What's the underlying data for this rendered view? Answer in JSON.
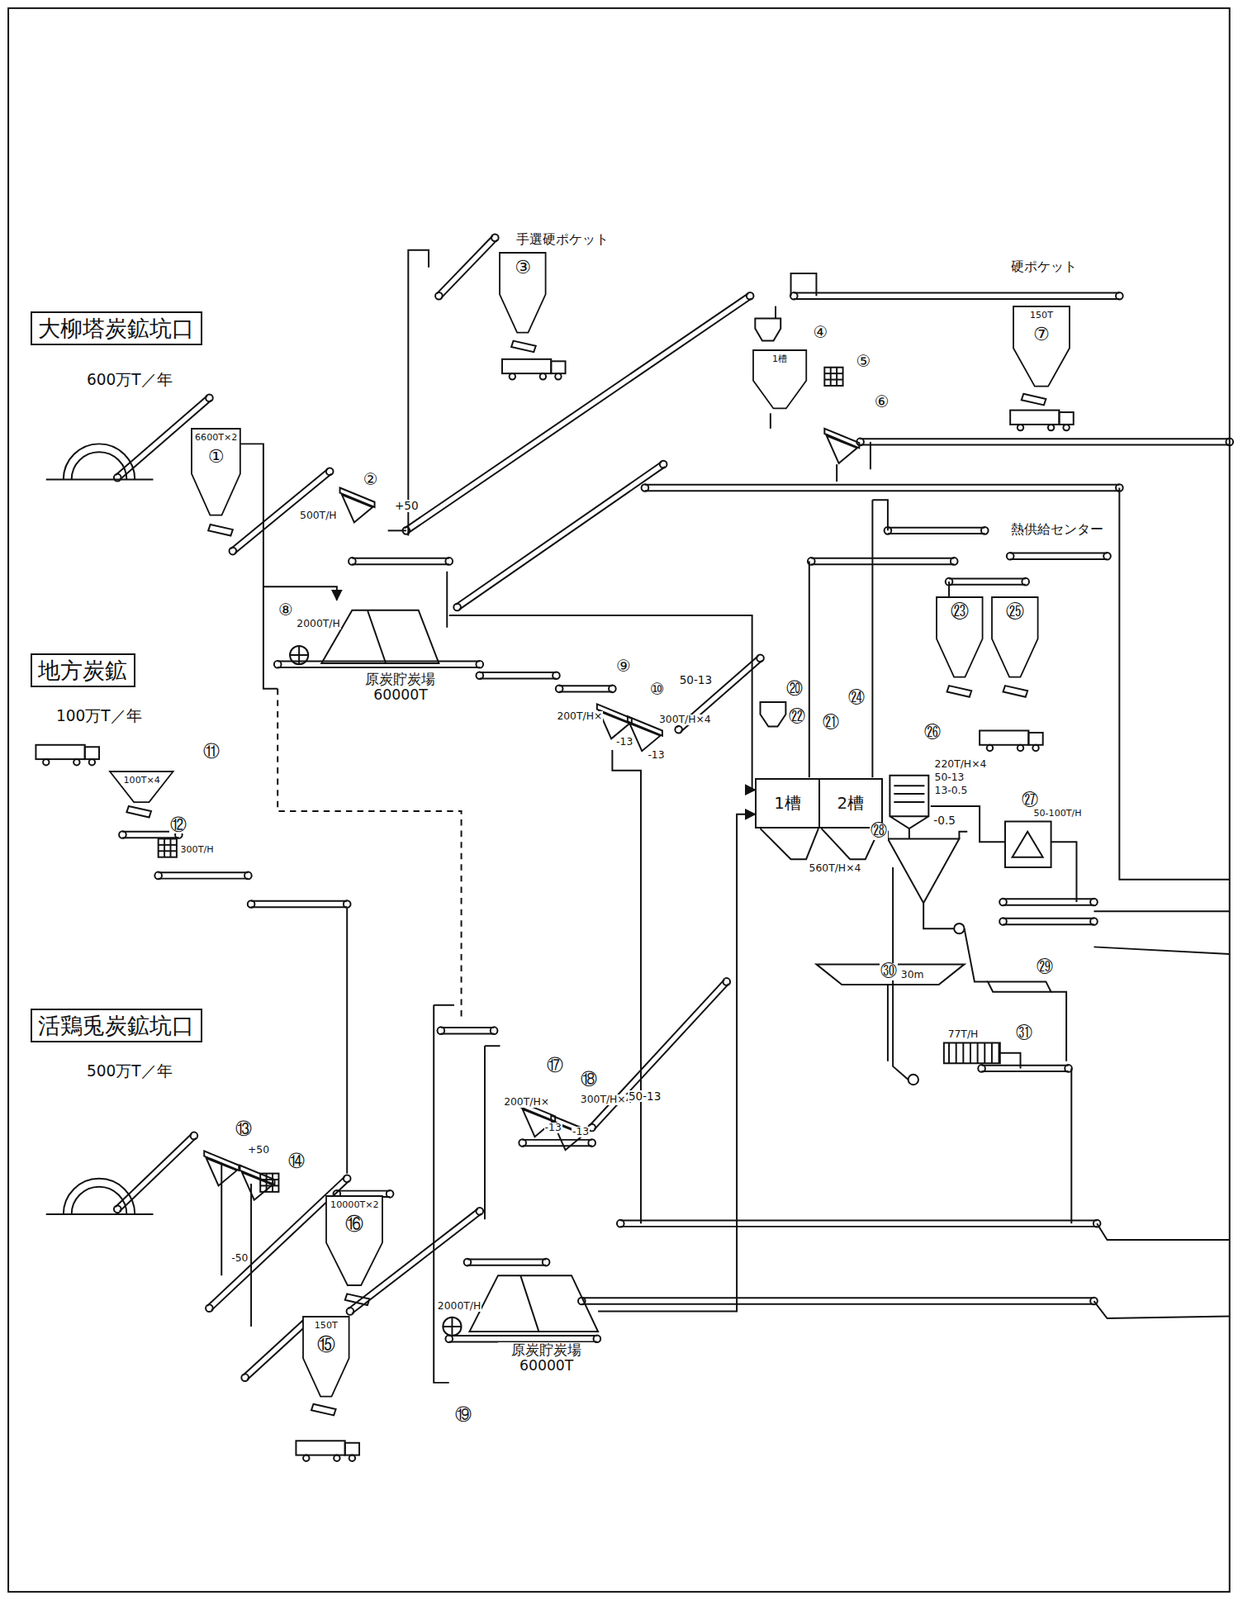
{
  "diagram": {
    "nodes": [
      {
        "text": [
          "大柳塔炭鉱坑口",
          "600万T／年"
        ]
      },
      {
        "text": [
          "地方炭鉱",
          "100万T／年"
        ]
      },
      {
        "text": [
          "活鶏兎炭鉱坑口",
          "500万T／年"
        ]
      },
      {
        "text": [
          "6600T×2",
          "①"
        ]
      },
      {
        "text": [
          "③"
        ]
      },
      {
        "text": [
          "1槽"
        ]
      },
      {
        "text": [
          "150T",
          "⑦"
        ]
      },
      {
        "text": [
          "100T×4"
        ]
      },
      {
        "text": [
          "原炭貯炭場 60000T"
        ]
      },
      {
        "text": [
          "1槽",
          "2槽"
        ]
      },
      {
        "text": [
          "㉓"
        ]
      },
      {
        "text": [
          "㉕"
        ]
      },
      {
        "text": [
          "150T",
          "⑮"
        ]
      },
      {
        "text": [
          "10000T×2",
          "⑯"
        ]
      },
      {
        "text": [
          "原炭貯炭場 60000T"
        ]
      }
    ],
    "edges": [
      {
        "from": 3,
        "to": 8,
        "arrow": "to"
      },
      {
        "from": 8,
        "to": 9,
        "arrow": "to"
      },
      {
        "from": 14,
        "to": 9,
        "arrow": "to"
      }
    ],
    "labels": [
      "手選硬ポケット",
      "②",
      "500T/H",
      "+50",
      "④",
      "⑤",
      "⑥",
      "硬ポケット",
      "⑧",
      "2000T/H",
      "熱供給センター",
      "⑨",
      "200T/H×",
      "⑩",
      "300T/H×4",
      "50-13",
      "-13",
      "-13",
      "⑳",
      "㉒",
      "㉑",
      "㉔",
      "560T/H×4",
      "㉖",
      "220T/H×4",
      "50-13",
      "13-0.5",
      "-0.5",
      "㉗",
      "50-100T/H",
      "㉘",
      "㉚",
      "30m",
      "㉙",
      "㉛",
      "77T/H",
      "⑪",
      "⑫",
      "300T/H",
      "⑬",
      "+50",
      "⑭",
      "-50",
      "⑰",
      "200T/H×",
      "⑱",
      "300T/H×4",
      "-13",
      "-13",
      "50-13",
      "⑲",
      "2000T/H"
    ]
  }
}
